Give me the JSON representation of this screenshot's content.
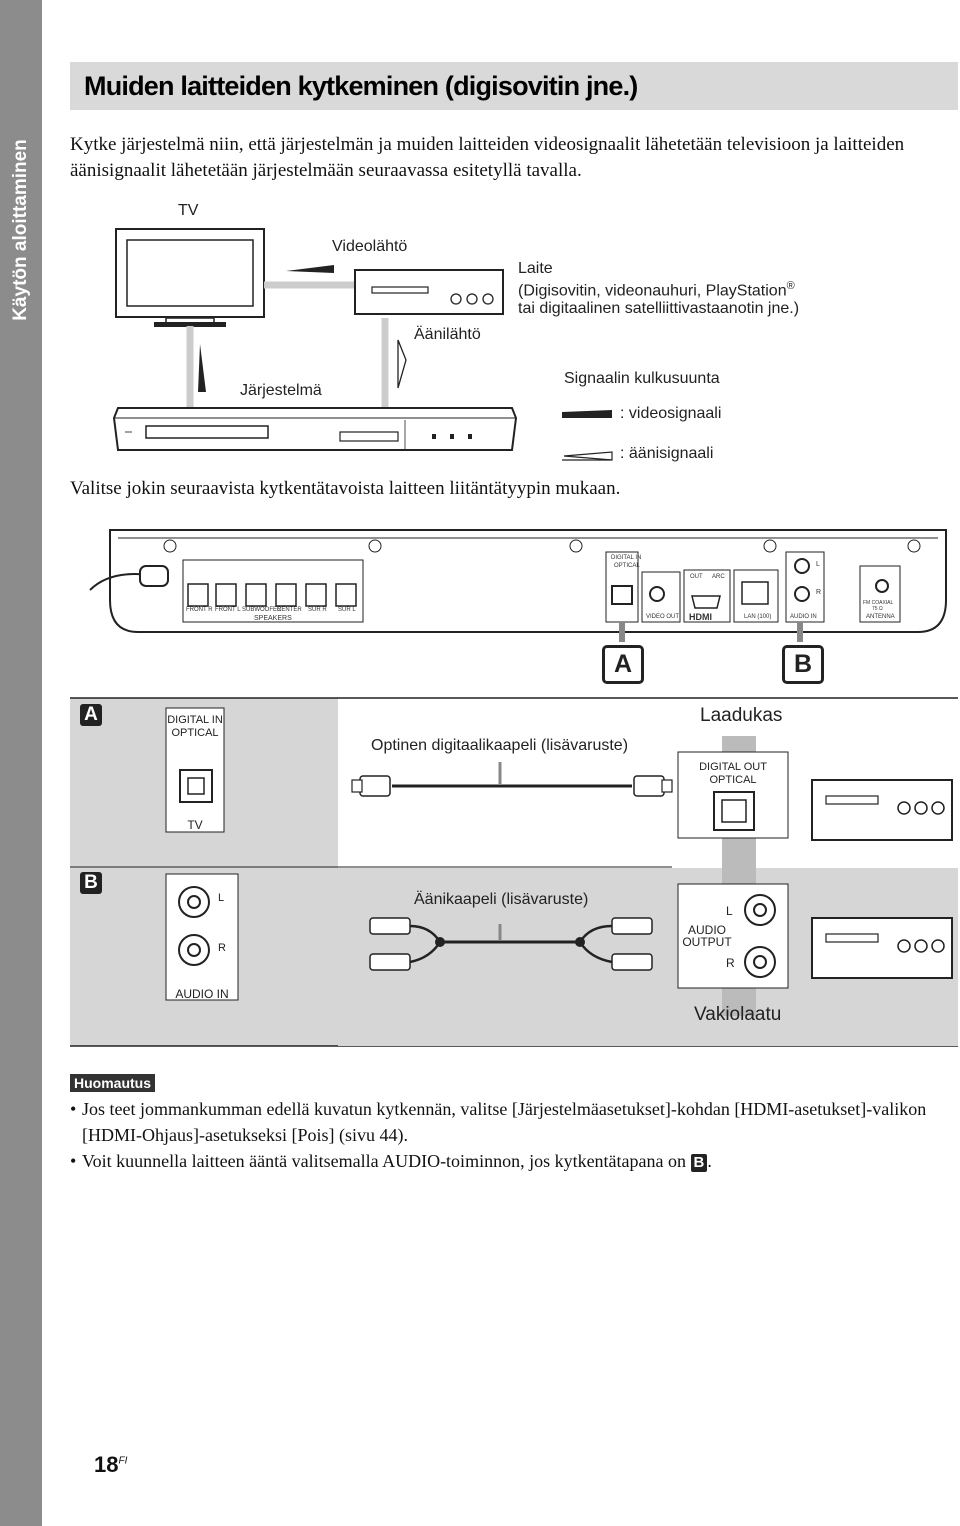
{
  "sidebar": {
    "label": "Käytön aloittaminen"
  },
  "title": "Muiden laitteiden kytkeminen (digisovitin jne.)",
  "intro": "Kytke järjestelmä niin, että järjestelmän ja muiden laitteiden videosignaalit lähetetään televisioon ja laitteiden äänisignaalit lähetetään järjestelmään seuraavassa esitetyllä tavalla.",
  "top_diagram": {
    "tv": "TV",
    "video_out": "Videolähtö",
    "audio_out": "Äänilähtö",
    "device_line1": "Laite",
    "device_line2": "(Digisovitin, videonauhuri, PlayStation",
    "device_reg": "®",
    "device_line3": "tai digitaalinen satelliittivastaanotin jne.)",
    "system": "Järjestelmä",
    "legend_title": "Signaalin kulkusuunta",
    "legend_video": ": videosignaali",
    "legend_audio": ": äänisignaali"
  },
  "instruction": "Valitse jokin seuraavista kytkentätavoista laitteen liitäntätyypin mukaan.",
  "rear_panel": {
    "digital_in_1": "DIGITAL IN",
    "digital_in_2": "OPTICAL",
    "speakers": [
      "FRONT R",
      "FRONT L",
      "SUBWOOFER",
      "CENTER",
      "SUR R",
      "SUR L"
    ],
    "speakers_label": "SPEAKERS",
    "video_out": "VIDEO OUT",
    "hdmi_out": "OUT",
    "hdmi_arc": "ARC",
    "hdmi_logo": "HDMI",
    "lan": "LAN (100)",
    "audio_in": "AUDIO IN",
    "l": "L",
    "r": "R",
    "fm_1": "FM COAXIAL",
    "fm_2": "75 Ω",
    "antenna": "ANTENNA",
    "marker_a": "A",
    "marker_b": "B"
  },
  "panel_a": {
    "marker": "A",
    "digital_in_1": "DIGITAL IN",
    "digital_in_2": "OPTICAL",
    "tv": "TV",
    "cable": "Optinen digitaalikaapeli (lisävaruste)",
    "quality": "Laadukas",
    "digital_out_1": "DIGITAL OUT",
    "digital_out_2": "OPTICAL"
  },
  "panel_b": {
    "marker": "B",
    "l": "L",
    "r": "R",
    "audio_in": "AUDIO IN",
    "cable": "Äänikaapeli (lisävaruste)",
    "audio_1": "AUDIO",
    "audio_2": "OUTPUT",
    "quality": "Vakiolaatu"
  },
  "note": {
    "heading": "Huomautus",
    "items": [
      "Jos teet jommankumman edellä kuvatun kytkennän, valitse [Järjestelmäasetukset]-kohdan [HDMI-asetukset]-valikon [HDMI-Ohjaus]-asetukseksi [Pois] (sivu 44).",
      "Voit kuunnella laitteen ääntä valitsemalla AUDIO-toiminnon, jos kytkentätapana on "
    ],
    "inline_marker": "B",
    "tail": "."
  },
  "page_number": "18",
  "page_suffix": "FI"
}
